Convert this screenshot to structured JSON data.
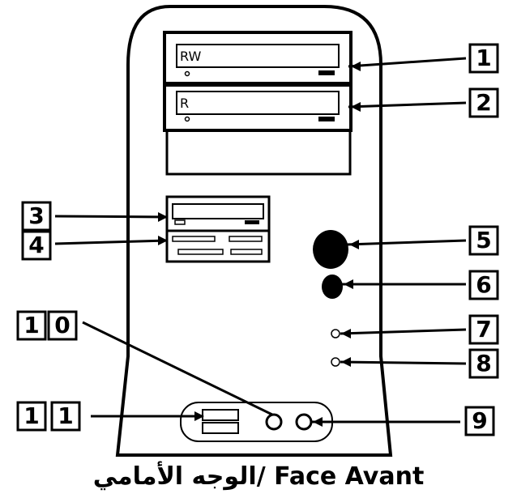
{
  "diagram": {
    "caption": "الوجه الأمامي/ Face Avant",
    "drives": {
      "drive1_text": "RW",
      "drive2_text": "R"
    },
    "labels": {
      "l1": "1",
      "l2": "2",
      "l3": "3",
      "l4": "4",
      "l5": "5",
      "l6": "6",
      "l7": "7",
      "l8": "8",
      "l9": "9",
      "l10": [
        "1",
        "0"
      ],
      "l11": [
        "1",
        "1"
      ]
    }
  }
}
